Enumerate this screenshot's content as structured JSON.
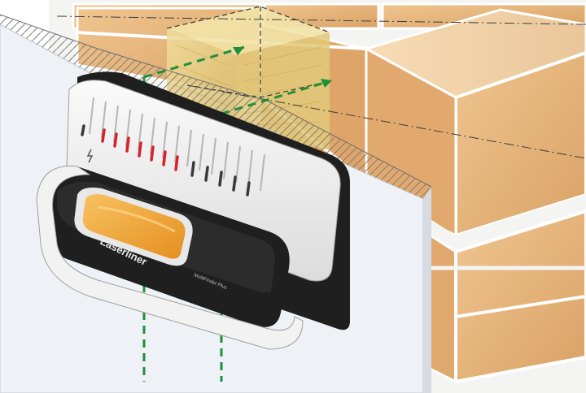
{
  "illustration": {
    "subject": "wall-scanner-detecting-wooden-stud-behind-drywall",
    "device": {
      "brand_text": "Laserliner",
      "model_text": "MultiFinder Plus",
      "led_colors": {
        "active": "#d5222b",
        "inactive": "#3a3a3a"
      },
      "body_color": "#f2f2f2",
      "grip_color": "#1f1f1f",
      "display_color": "#f2a93a"
    },
    "wall": {
      "drywall_color": "#eef1f5",
      "brick_color": "#e7b57c",
      "mortar_color": "#f4f4f2"
    },
    "stud": {
      "wood_color": "#e7cf86"
    },
    "marker_line_color": "#1f8f3a"
  }
}
